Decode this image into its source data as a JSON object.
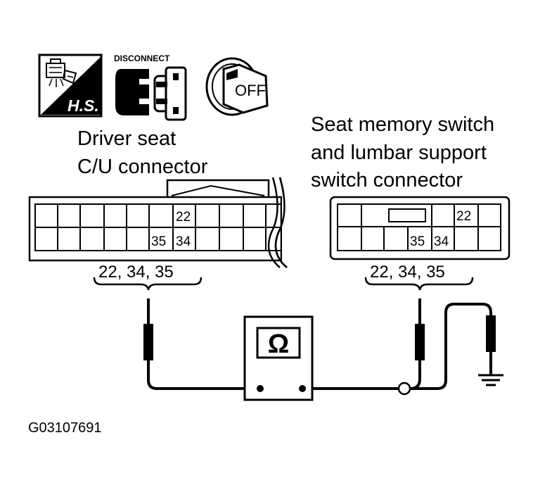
{
  "icons": {
    "harness_service": {
      "label": "H.S.",
      "name": "harness-service-icon"
    },
    "disconnect": {
      "label": "DISCONNECT",
      "name": "disconnect-connector-icon"
    },
    "ignition_off": {
      "label": "OFF",
      "name": "ignition-key-off-icon"
    }
  },
  "left_connector": {
    "title_line1": "Driver seat",
    "title_line2": "C/U connector",
    "pin_top": "22",
    "pin_bottom_a": "35",
    "pin_bottom_b": "34",
    "probe_pins": "22, 34, 35"
  },
  "right_connector": {
    "title_line1": "Seat memory switch",
    "title_line2": "and lumbar support",
    "title_line3": "switch connector",
    "pin_top": "22",
    "pin_bottom_a": "35",
    "pin_bottom_b": "34",
    "probe_pins": "22, 34, 35"
  },
  "meter": {
    "symbol": "Ω",
    "name": "ohmmeter"
  },
  "ground": {
    "name": "ground-symbol"
  },
  "figure_code": "G03107691"
}
